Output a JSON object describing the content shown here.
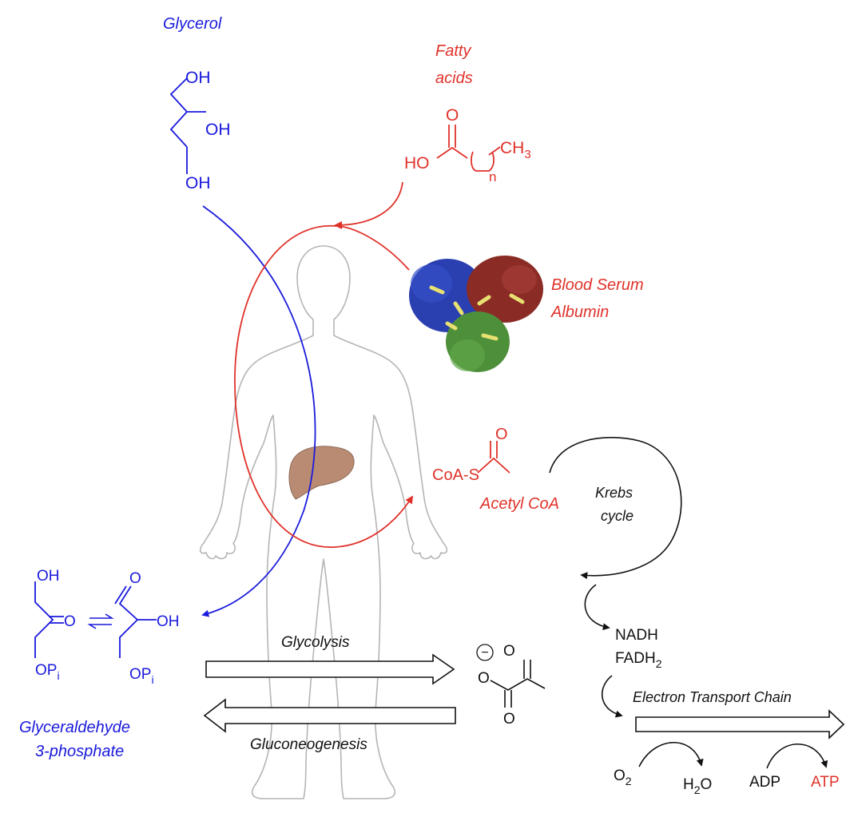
{
  "colors": {
    "glycerol_blue": "#1a1adc",
    "fatty_red": "#e0322a",
    "liver_brown": "#b98b73",
    "body_outline": "#b5b5b5",
    "protein_blue": "#2a3fb0",
    "protein_red": "#8a2b25",
    "protein_green": "#4e8f3a",
    "protein_yellow": "#e8e070"
  },
  "glycerol": {
    "title": "Glycerol",
    "oh_top": "OH",
    "oh_mid": "OH",
    "oh_bot": "OH"
  },
  "fatty_acids": {
    "title_line1": "Fatty",
    "title_line2": "acids",
    "o_label": "O",
    "ho_label": "HO",
    "ch3_main": "CH",
    "ch3_sub": "3",
    "n_label": "n"
  },
  "albumin": {
    "line1": "Blood Serum",
    "line2": "Albumin"
  },
  "acetyl_coa": {
    "o_label": "O",
    "coas_label": "CoA-S",
    "name": "Acetyl CoA"
  },
  "krebs": {
    "line1": "Krebs",
    "line2": "cycle"
  },
  "nadh": {
    "nadh": "NADH",
    "fadh_main": "FADH",
    "fadh_sub": "2"
  },
  "etc": {
    "label": "Electron Transport Chain",
    "o2_main": "O",
    "o2_sub": "2",
    "h2o_h": "H",
    "h2o_sub": "2",
    "h2o_o": "O",
    "adp": "ADP",
    "atp": "ATP"
  },
  "dhap": {
    "oh": "OH",
    "o": "O",
    "op_main": "OP",
    "op_sub": "i"
  },
  "g3p_struct": {
    "o": "O",
    "oh": "OH",
    "op_main": "OP",
    "op_sub": "i"
  },
  "g3p_name": {
    "line1": "Glyceraldehyde",
    "line2": "3-phosphate"
  },
  "pathways": {
    "glycolysis": "Glycolysis",
    "gluconeogenesis": "Gluconeogenesis"
  },
  "pyruvate": {
    "charge": "−",
    "o_top": "O",
    "o_left": "O",
    "o_bottom": "O"
  }
}
